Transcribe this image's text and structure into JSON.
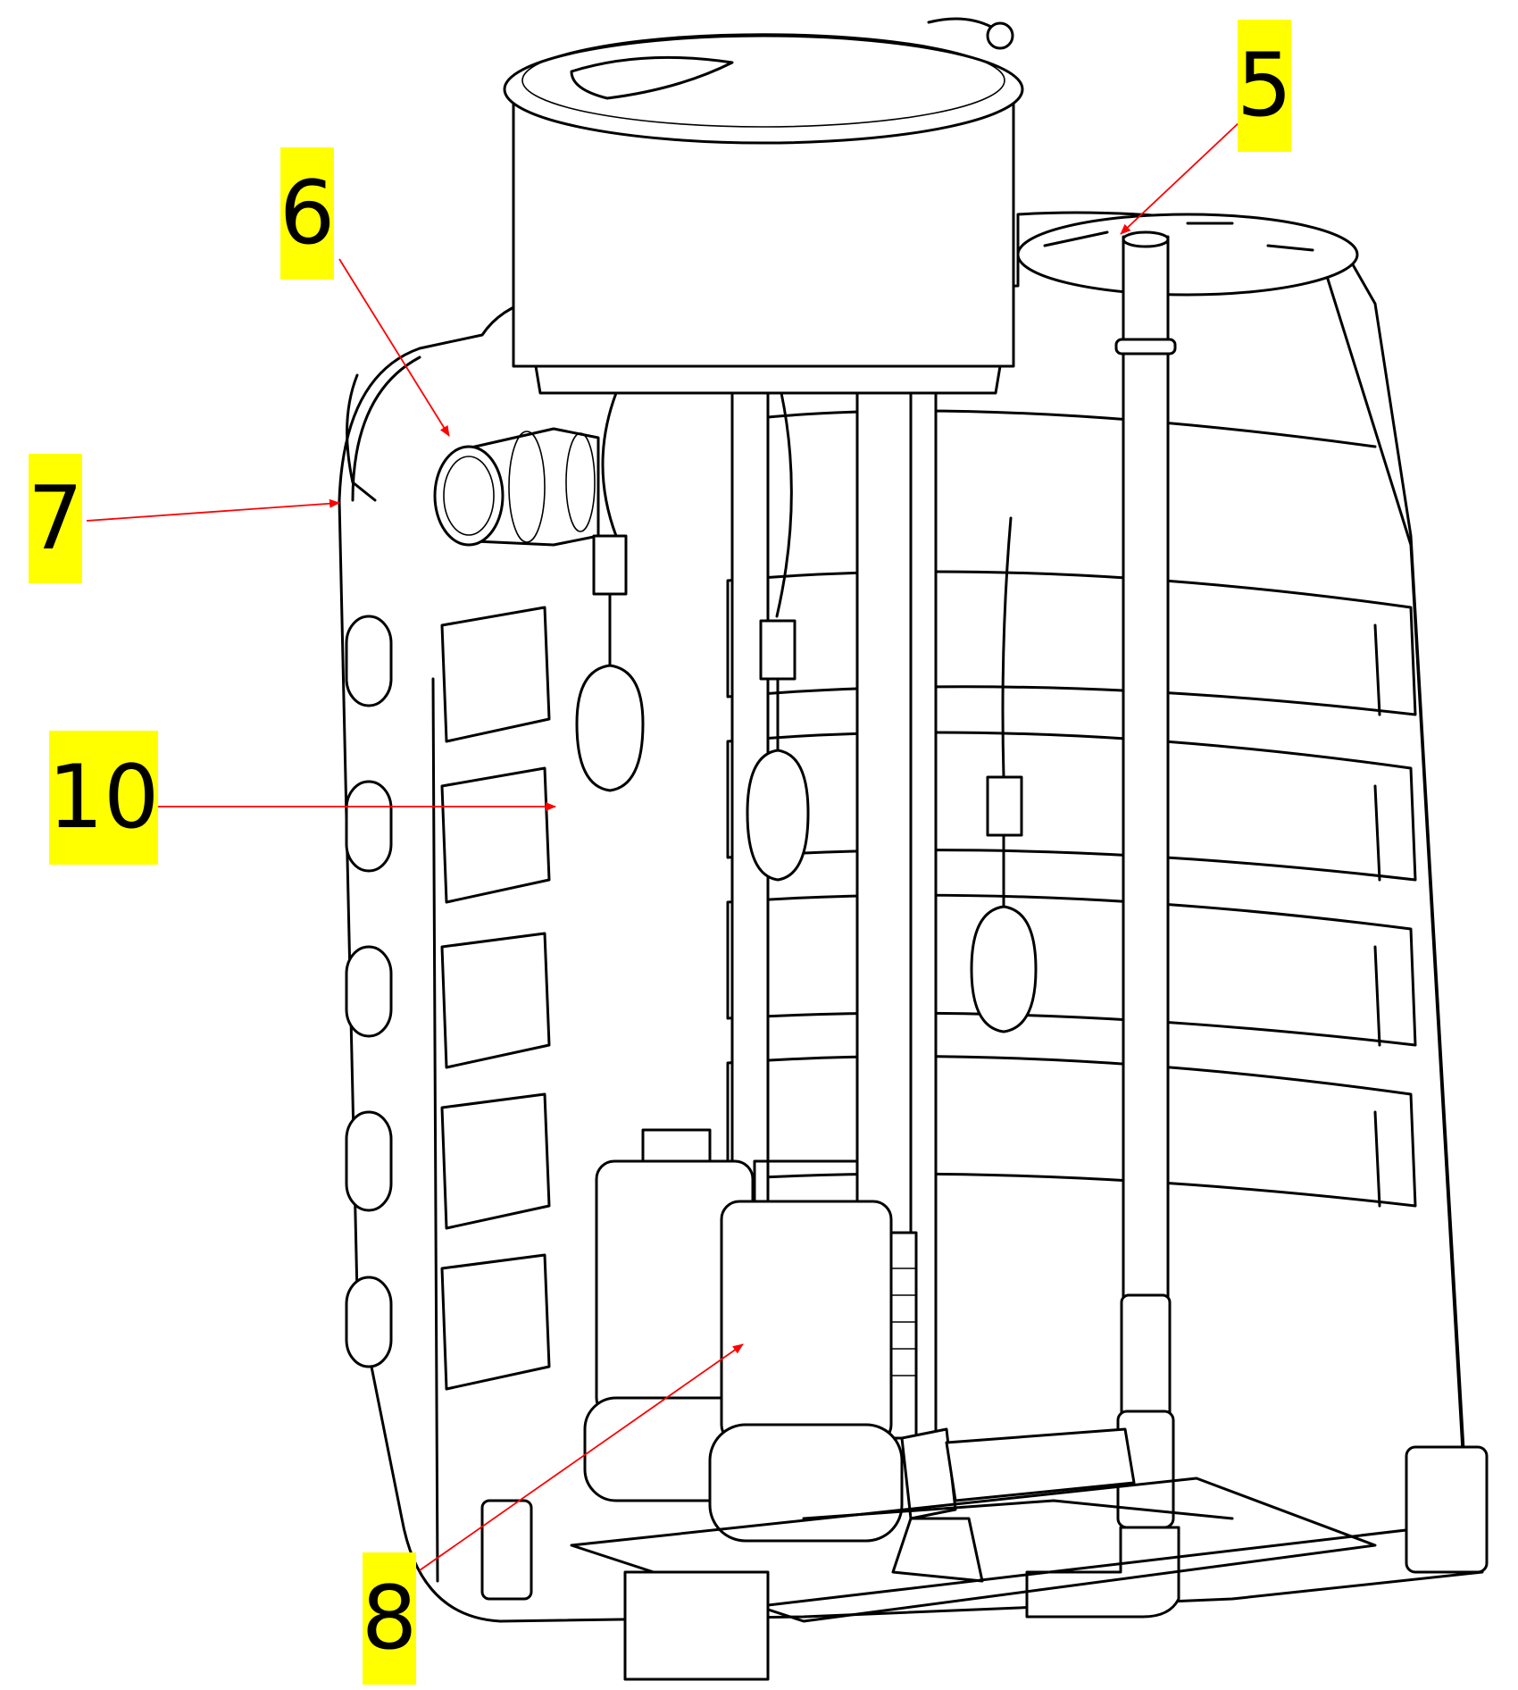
{
  "callouts": [
    {
      "id": "c5",
      "label": "5"
    },
    {
      "id": "c6",
      "label": "6"
    },
    {
      "id": "c7",
      "label": "7"
    },
    {
      "id": "c10",
      "label": "10"
    },
    {
      "id": "c8",
      "label": "8"
    }
  ],
  "colors": {
    "highlight": "#ffff00",
    "leader": "#ff0000",
    "line": "#000000"
  }
}
